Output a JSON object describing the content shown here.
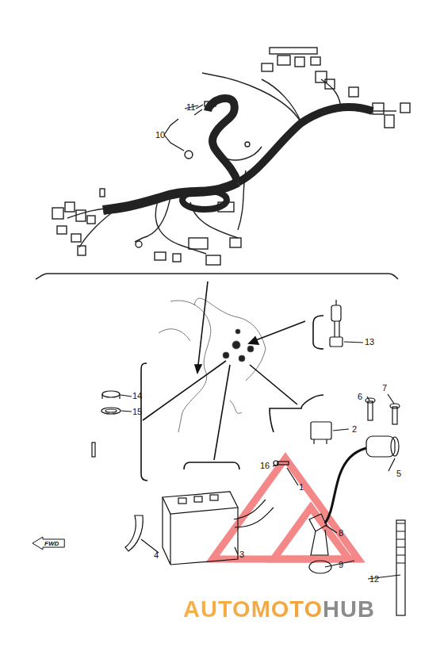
{
  "diagram": {
    "nodes": [
      {
        "text": [
          "FWD"
        ]
      }
    ],
    "labels": [
      "11",
      "10",
      "13",
      "14",
      "15",
      "6",
      "7",
      "2",
      "16",
      "5",
      "1",
      "8",
      "9",
      "3",
      "4",
      "12",
      "AUTOMOTOHUB"
    ]
  }
}
